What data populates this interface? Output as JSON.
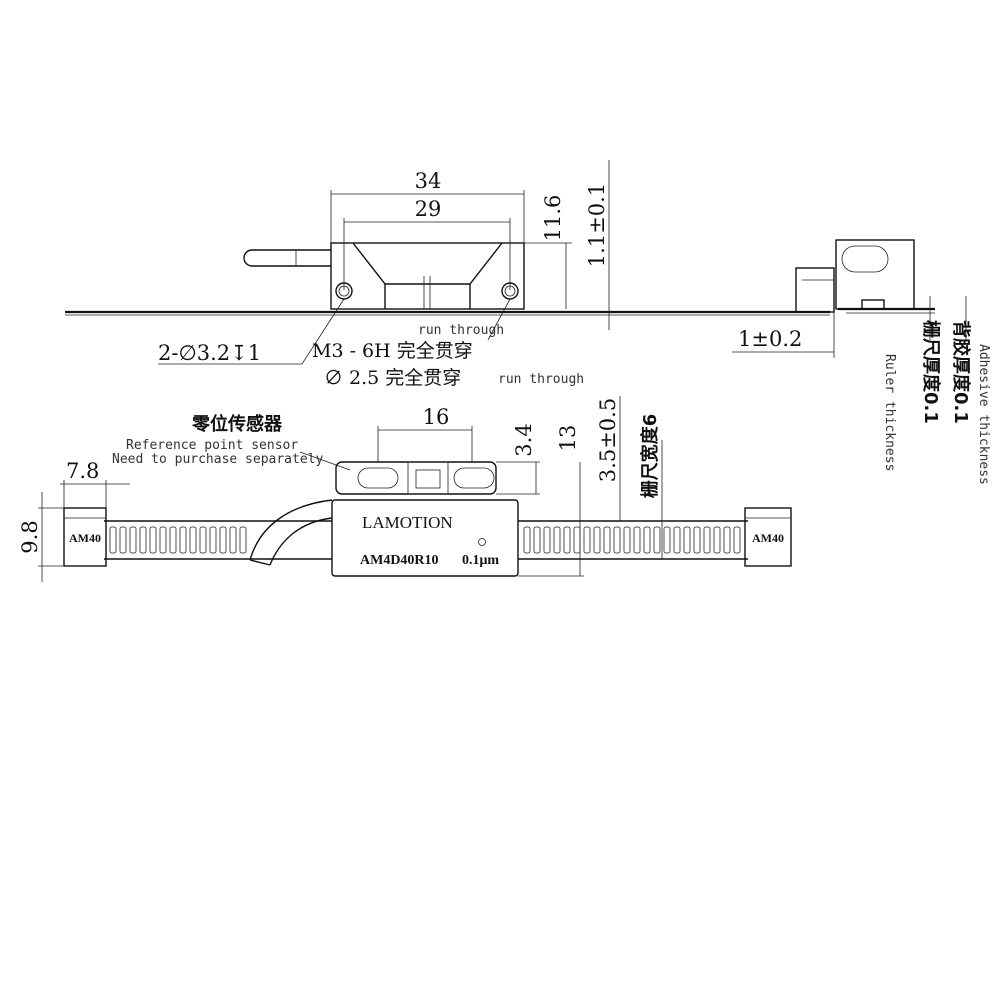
{
  "top_view": {
    "dim_outer_width": "34",
    "dim_inner_width": "29",
    "dim_height": "11.6",
    "dim_gap": "1.1±0.1",
    "hole_callout": "2-∅3.2↧1",
    "thread_callout": "M3 - 6H 完全贯穿",
    "thread_en": "run through",
    "through_hole_callout": "∅ 2.5 完全贯穿",
    "through_hole_en": "run through"
  },
  "side_view": {
    "dim_offset": "1±0.2",
    "ruler_thickness_cn": "栅尺厚度0.1",
    "ruler_thickness_en": "Ruler thickness",
    "adhesive_thickness_cn": "背胶厚度0.1",
    "adhesive_thickness_en": "Adhesive thickness"
  },
  "front_view": {
    "sensor_title_cn": "零位传感器",
    "sensor_en_1": "Reference point sensor",
    "sensor_en_2": "Need to purchase separately",
    "dim_sensor_width": "16",
    "dim_sensor_offset": "3.4",
    "dim_head_height": "13",
    "dim_sensor_gap": "3.5±0.5",
    "ruler_width": "栅尺宽度6",
    "dim_end_width": "7.8",
    "dim_end_height": "9.8",
    "brand": "LAMOTION",
    "model": "AM4D40R10",
    "resolution": "0.1μm",
    "end_cap_left": "AM40",
    "end_cap_right": "AM40"
  }
}
